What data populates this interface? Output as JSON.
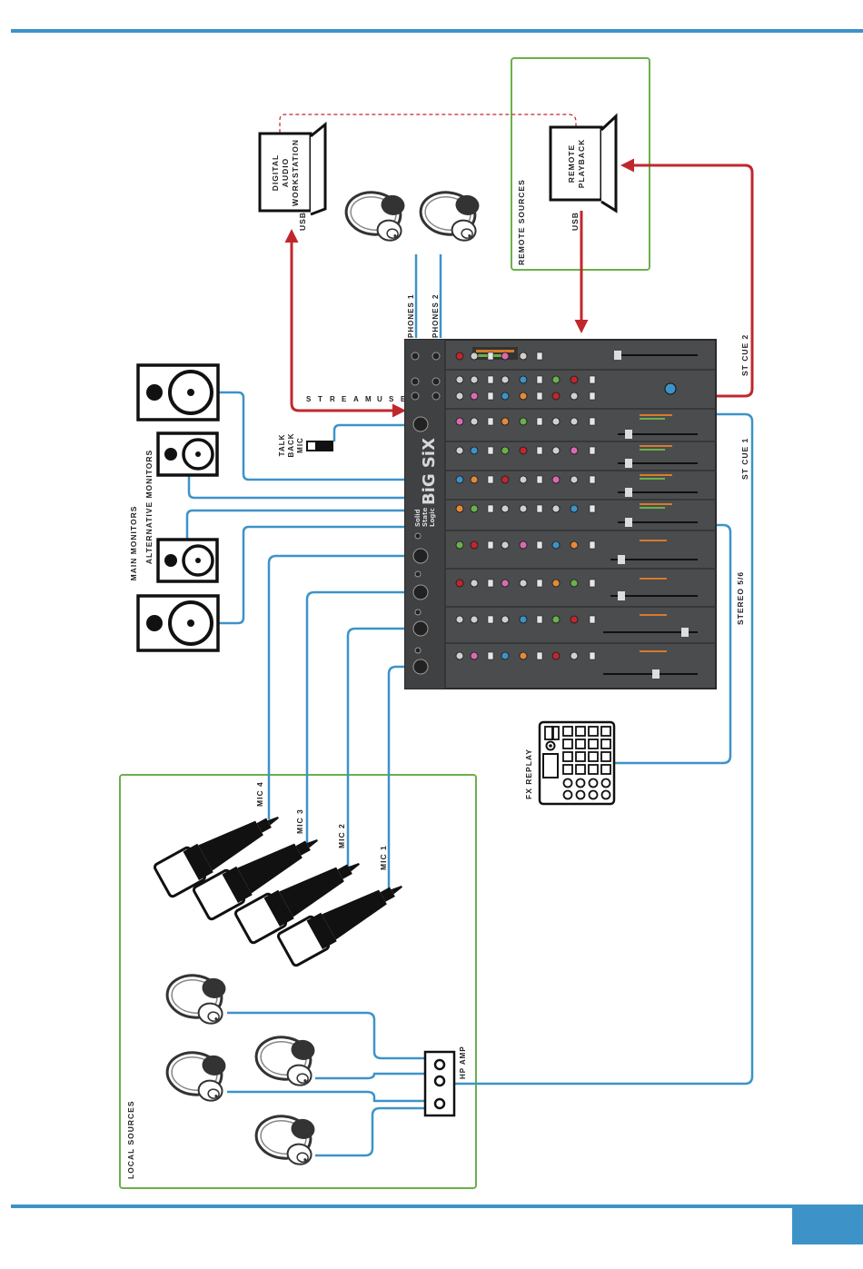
{
  "device": {
    "brand_line1": "Solid",
    "brand_line2": "State",
    "brand_line3": "Logic",
    "model": "BiG SiX"
  },
  "labels": {
    "daw": [
      "DIGITAL",
      "AUDIO",
      "WORKSTATION"
    ],
    "daw_usb": "USB",
    "remote_playback": [
      "REMOTE",
      "PLAYBACK"
    ],
    "remote_usb": "USB",
    "remote_sources": "REMOTE SOURCES",
    "local_sources": "LOCAL SOURCES",
    "phones1": "PHONES 1",
    "phones2": "PHONES 2",
    "st_cue_2": "ST CUE 2",
    "st_cue_1": "ST CUE 1",
    "stereo_56": "STEREO 5/6",
    "stream_usb": [
      "S",
      "T",
      "R",
      "E",
      "A",
      "M",
      "",
      "U",
      "S",
      "B"
    ],
    "talkback": [
      "TALK",
      "BACK",
      "MIC"
    ],
    "main_monitors": "MAIN MONITORS",
    "alt_monitors": "ALTERNATIVE MONITORS",
    "mic4": "MIC 4",
    "mic3": "MIC 3",
    "mic2": "MIC 2",
    "mic1": "MIC 1",
    "fx_replay": "FX REPLAY",
    "hp_amp": "HP AMP"
  },
  "colors": {
    "accent": "#3d93c8",
    "usb": "#c0272d",
    "group": "#6ab04c",
    "mixer": "#4a4c4e"
  }
}
